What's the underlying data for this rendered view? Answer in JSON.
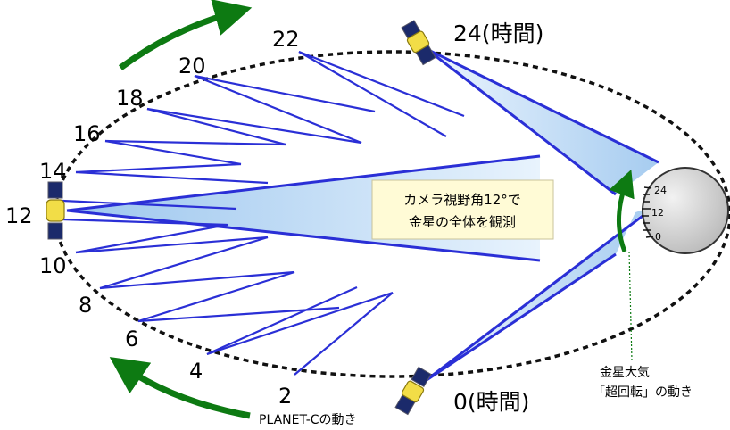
{
  "orbit_hours": [
    "0",
    "2",
    "4",
    "6",
    "8",
    "10",
    "12",
    "14",
    "16",
    "18",
    "20",
    "22",
    "24"
  ],
  "label_time_start": "0(時間)",
  "label_time_end": "24(時間)",
  "camera_note_line1": "カメラ視野角12°で",
  "camera_note_line2": "金星の全体を観測",
  "spacecraft_motion_label": "PLANET-Cの動き",
  "atmosphere_label_line1": "金星大気",
  "atmosphere_label_line2": "「超回転」の動き",
  "dial_marks": [
    "24",
    "12",
    "0"
  ],
  "colors": {
    "ray": "#2a2fd6",
    "cone_fill": "#a9cdf0",
    "arrow": "#0d7a12",
    "note_box": "#fffbd6",
    "note_border": "#c8c39b",
    "planet": "#c9c9c9"
  }
}
